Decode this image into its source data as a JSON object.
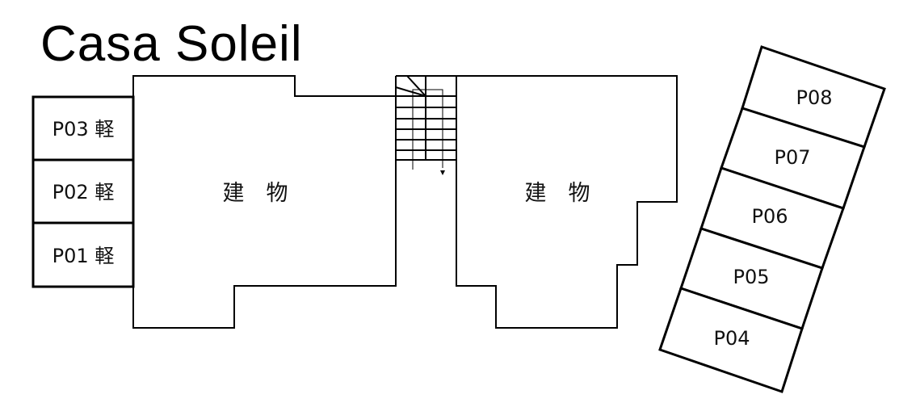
{
  "title": "Casa Soleil",
  "colors": {
    "line": "#000000",
    "background": "#ffffff",
    "text": "#111111"
  },
  "buildings": [
    {
      "id": "building-left",
      "label": "建　物"
    },
    {
      "id": "building-right",
      "label": "建　物"
    }
  ],
  "stairs": {
    "icon": "stairs-icon",
    "direction": "down-arrow"
  },
  "parking_left": [
    {
      "id": "P03",
      "label": "P03 軽"
    },
    {
      "id": "P02",
      "label": "P02 軽"
    },
    {
      "id": "P01",
      "label": "P01 軽"
    }
  ],
  "parking_right": [
    {
      "id": "P08",
      "label": "P08"
    },
    {
      "id": "P07",
      "label": "P07"
    },
    {
      "id": "P06",
      "label": "P06"
    },
    {
      "id": "P05",
      "label": "P05"
    },
    {
      "id": "P04",
      "label": "P04"
    }
  ]
}
